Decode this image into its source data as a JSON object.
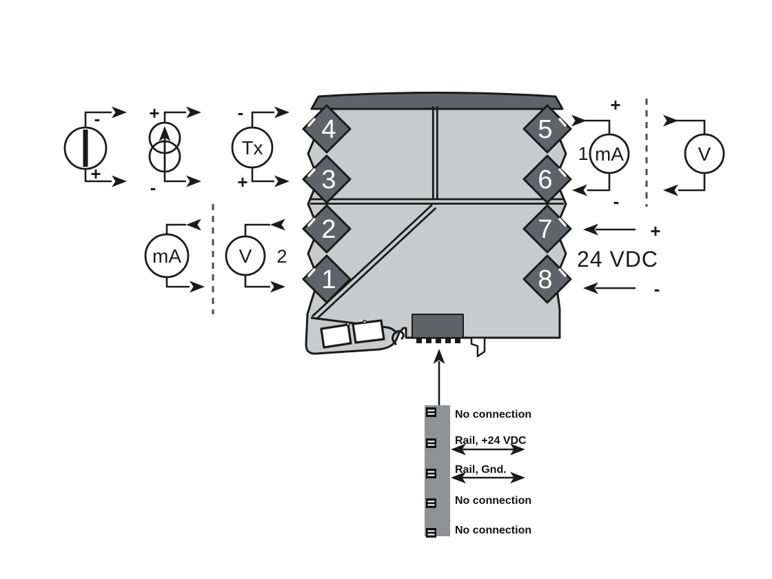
{
  "module": {
    "terminals_left": [
      "4",
      "3",
      "2",
      "1"
    ],
    "terminals_right": [
      "5",
      "6",
      "7",
      "8"
    ]
  },
  "inputs": {
    "voltage_source": {
      "top_sign": "-",
      "bottom_sign": "+"
    },
    "current_source": {
      "top_sign": "+",
      "bottom_sign": "-"
    },
    "transmitter": {
      "label": "Tx",
      "top_sign": "-",
      "bottom_sign": "+"
    }
  },
  "output_left": {
    "ma_meter_label": "mA",
    "v_meter_label": "V",
    "option_number": "2"
  },
  "output_right": {
    "option_number": "1",
    "ma_meter_label": "mA",
    "v_meter_label": "V",
    "top_sign": "+",
    "bottom_sign": "-"
  },
  "supply": {
    "plus_sign": "+",
    "label": "24 VDC",
    "minus_sign": "-"
  },
  "bus_connector": {
    "pin_labels": [
      "No connection",
      "Rail, +24 VDC",
      "Rail, Gnd.",
      "No connection",
      "No connection"
    ]
  },
  "colors": {
    "module_body": "#c9cacb",
    "module_dark": "#5f646a",
    "bus_bar": "#8e9196",
    "line": "#1a1a1a"
  }
}
